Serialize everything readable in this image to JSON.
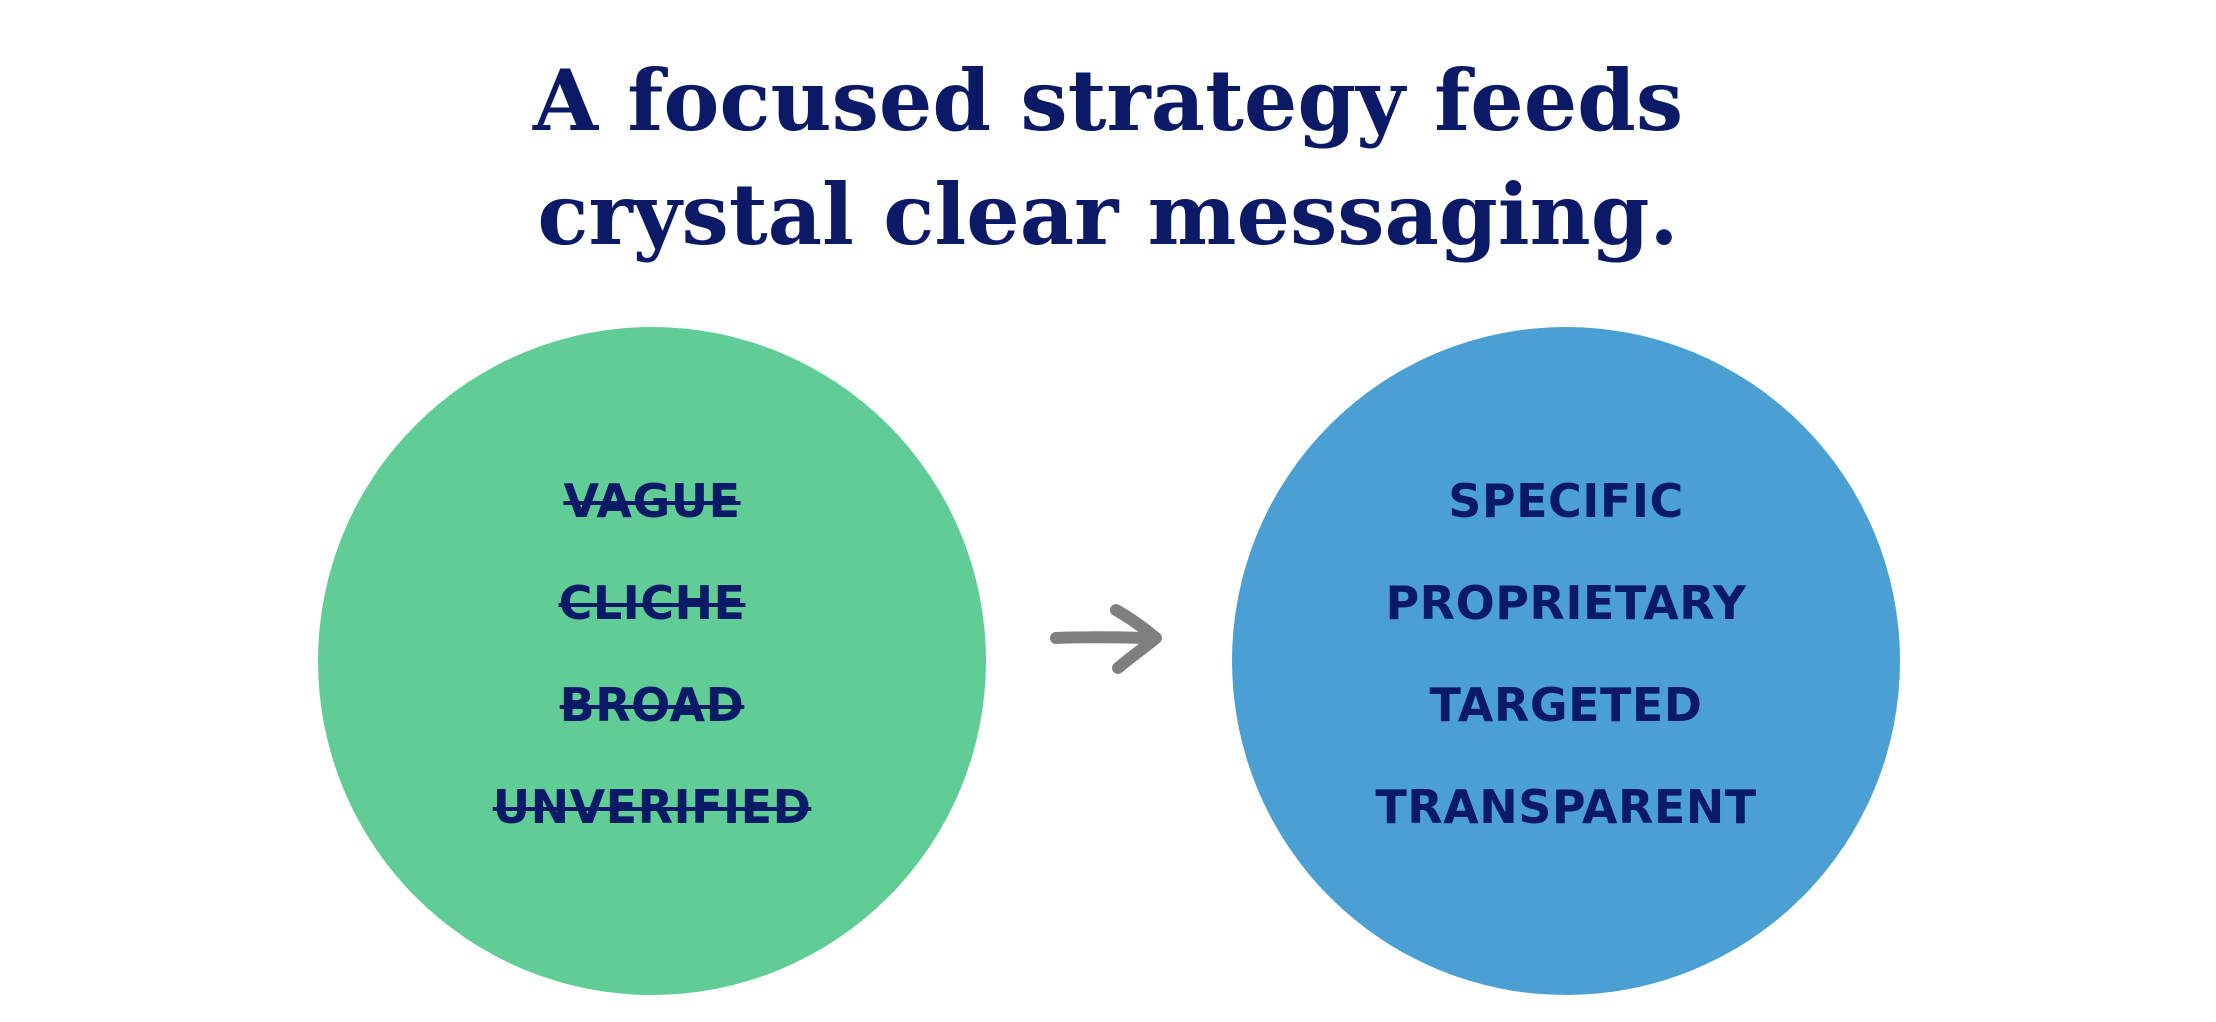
{
  "title": {
    "line1": "A focused strategy feeds",
    "line2": "crystal clear messaging."
  },
  "colors": {
    "title_text": "#0b1a66",
    "left_circle": "#5fcd95",
    "right_circle": "#4aa0d2",
    "arrow": "#7f7f7f",
    "word_text": "#0b1a66"
  },
  "left_circle": {
    "words": [
      "VAGUE",
      "CLICHE",
      "BROAD",
      "UNVERIFIED"
    ],
    "style": "strikethrough"
  },
  "right_circle": {
    "words": [
      "SPECIFIC",
      "PROPRIETARY",
      "TARGETED",
      "TRANSPARENT"
    ]
  },
  "arrow": {
    "icon": "hand-drawn-right-arrow-icon",
    "direction": "right"
  }
}
